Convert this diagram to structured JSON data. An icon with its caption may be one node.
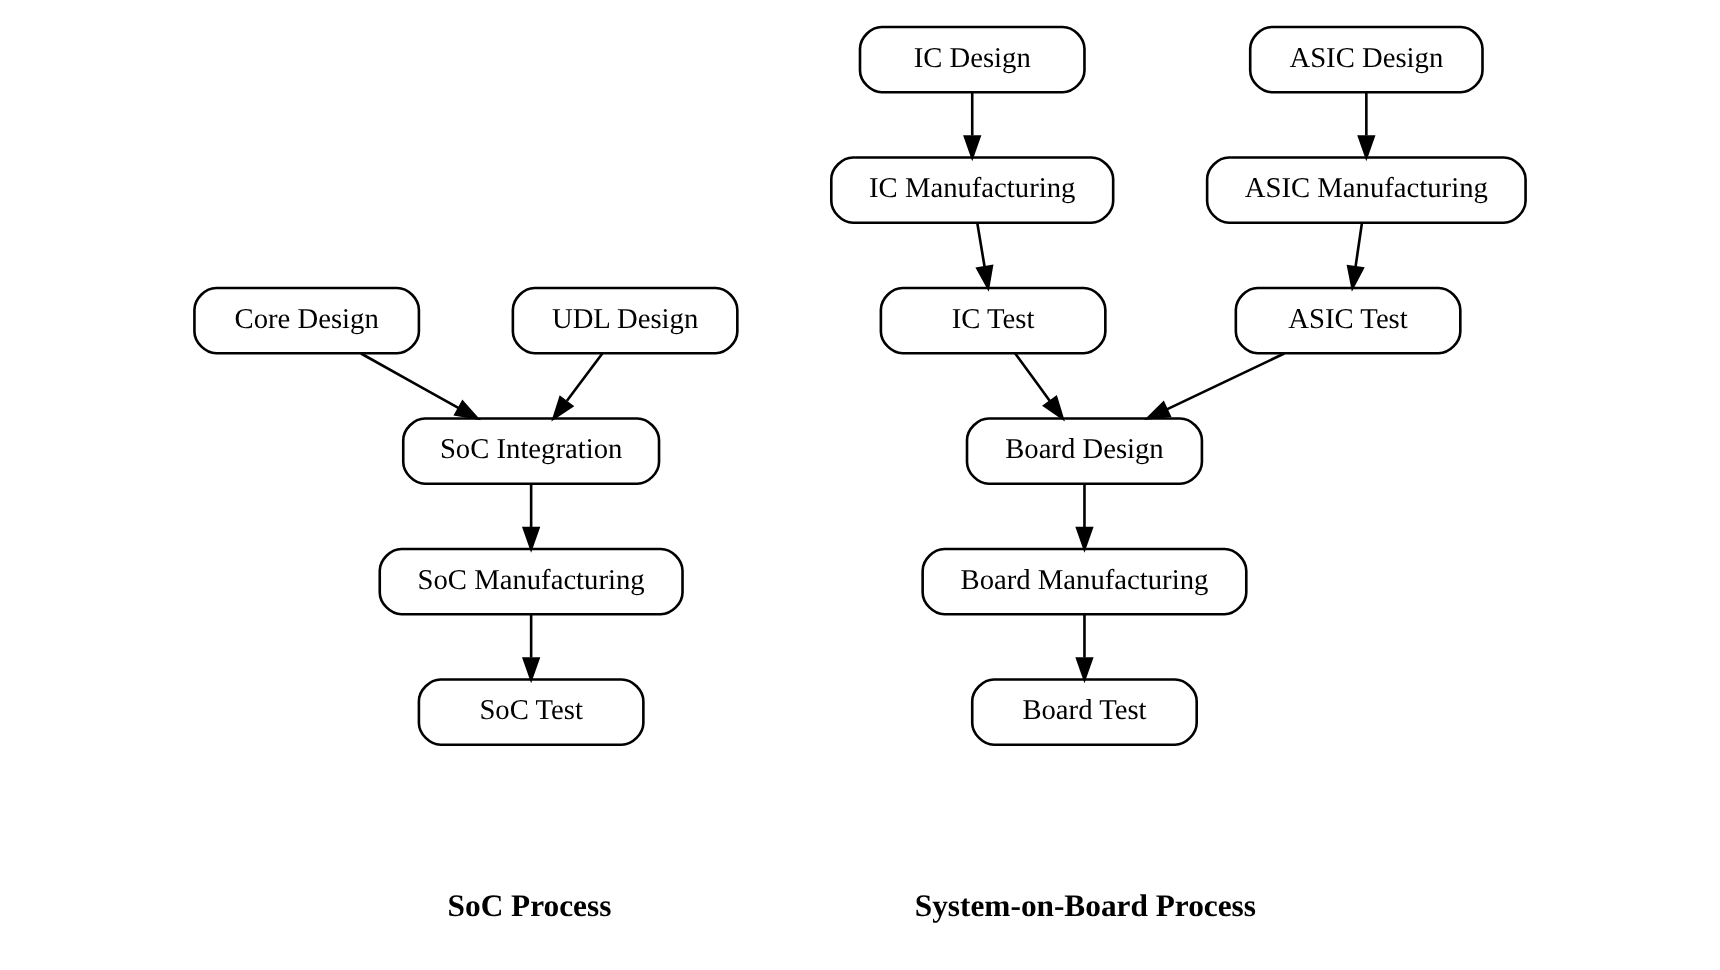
{
  "diagram": {
    "nodes": [
      {
        "text": [
          "Core Design"
        ]
      },
      {
        "text": [
          "UDL Design"
        ]
      },
      {
        "text": [
          "SoC Integration"
        ]
      },
      {
        "text": [
          "SoC Manufacturing"
        ]
      },
      {
        "text": [
          "SoC Test"
        ]
      },
      {
        "text": [
          "IC Design"
        ]
      },
      {
        "text": [
          "ASIC Design"
        ]
      },
      {
        "text": [
          "IC Manufacturing"
        ]
      },
      {
        "text": [
          "ASIC Manufacturing"
        ]
      },
      {
        "text": [
          "IC Test"
        ]
      },
      {
        "text": [
          "ASIC Test"
        ]
      },
      {
        "text": [
          "Board Design"
        ]
      },
      {
        "text": [
          "Board Manufacturing"
        ]
      },
      {
        "text": [
          "Board Test"
        ]
      }
    ],
    "edges": [
      {
        "from": 0,
        "to": 2,
        "arrow": "to"
      },
      {
        "from": 1,
        "to": 2,
        "arrow": "to"
      },
      {
        "from": 2,
        "to": 3,
        "arrow": "to"
      },
      {
        "from": 3,
        "to": 4,
        "arrow": "to"
      },
      {
        "from": 5,
        "to": 7,
        "arrow": "to"
      },
      {
        "from": 7,
        "to": 9,
        "arrow": "to"
      },
      {
        "from": 6,
        "to": 8,
        "arrow": "to"
      },
      {
        "from": 8,
        "to": 10,
        "arrow": "to"
      },
      {
        "from": 9,
        "to": 11,
        "arrow": "to"
      },
      {
        "from": 10,
        "to": 11,
        "arrow": "to"
      },
      {
        "from": 11,
        "to": 12,
        "arrow": "to"
      },
      {
        "from": 12,
        "to": 13,
        "arrow": "to"
      }
    ],
    "labels": [
      "SoC Process",
      "System-on-Board Process"
    ]
  }
}
